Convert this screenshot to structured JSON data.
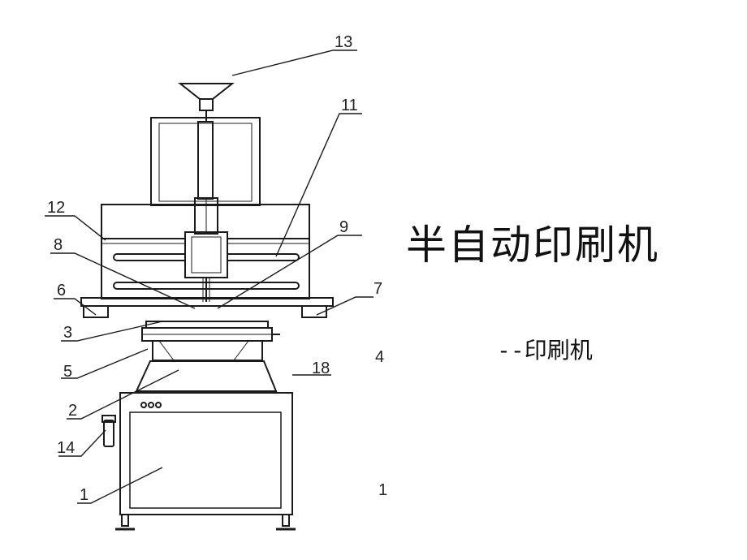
{
  "title": "半自动印刷机",
  "subtitle": "--印刷机",
  "callouts": [
    "13",
    "11",
    "12",
    "9",
    "8",
    "6",
    "7",
    "3",
    "4",
    "5",
    "18",
    "2",
    "14",
    "1"
  ],
  "partial_numbers": [
    "4",
    "1"
  ]
}
